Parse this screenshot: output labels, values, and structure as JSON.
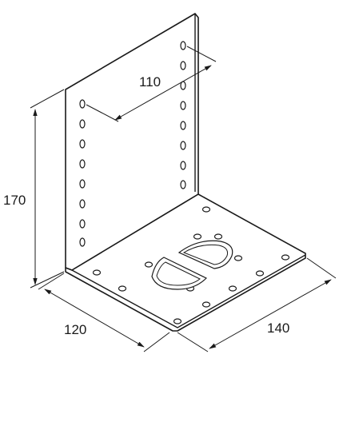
{
  "dimensions": {
    "height": "170",
    "hole_spacing": "110",
    "depth": "120",
    "width": "140"
  }
}
